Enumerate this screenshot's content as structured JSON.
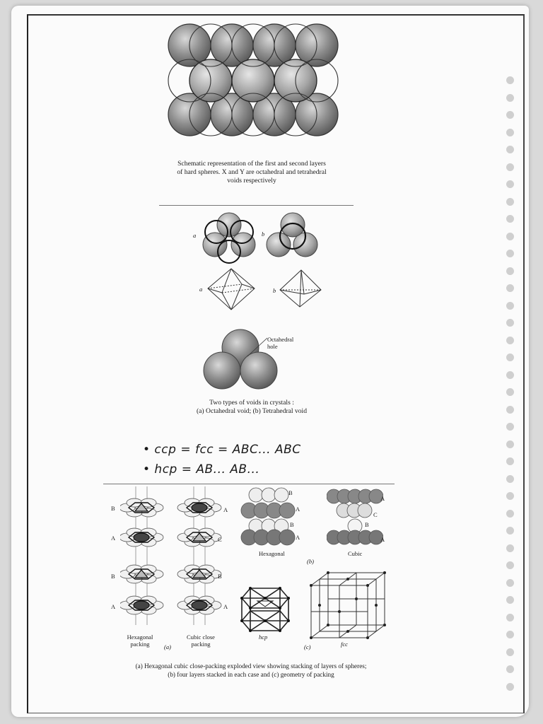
{
  "fig1": {
    "caption_line1": "Schematic representation of the first and second layers",
    "caption_line2": "of hard spheres. X and Y are octahedral and tetrahedral",
    "caption_line3": "voids respectively"
  },
  "fig2": {
    "label_a": "a",
    "label_b": "b",
    "label_a2": "a",
    "label_b2": "b",
    "octahedral_line1": "Octahedral",
    "octahedral_line2": "hole",
    "caption_line1": "Two types of voids in crystals :",
    "caption_line2": "(a) Octahedral void; (b) Tetrahedral void"
  },
  "notes": {
    "line1": "• ccp = fcc = ABC... ABC",
    "line2": "• hcp = AB... AB..."
  },
  "fig3": {
    "stack_left": [
      "B",
      "A",
      "B",
      "A"
    ],
    "stack_right": [
      "A",
      "C",
      "B",
      "A"
    ],
    "hex_stack": [
      "B",
      "A",
      "B",
      "A"
    ],
    "cubic_stack": [
      "A",
      "C",
      "B",
      "A"
    ],
    "label_hexagonal_packing_1": "Hexagonal",
    "label_hexagonal_packing_2": "packing",
    "label_cubic_close_1": "Cubic close",
    "label_cubic_close_2": "packing",
    "label_a": "(a)",
    "label_hexagonal": "Hexagonal",
    "label_cubic": "Cubic",
    "label_b": "(b)",
    "label_hcp": "hcp",
    "label_c": "(c)",
    "label_fcc": "fcc",
    "caption_line1": "(a) Hexagonal cubic close-packing exploded view showing stacking of layers of spheres;",
    "caption_line2": "(b) four layers stacked in each case and (c) geometry of packing"
  }
}
